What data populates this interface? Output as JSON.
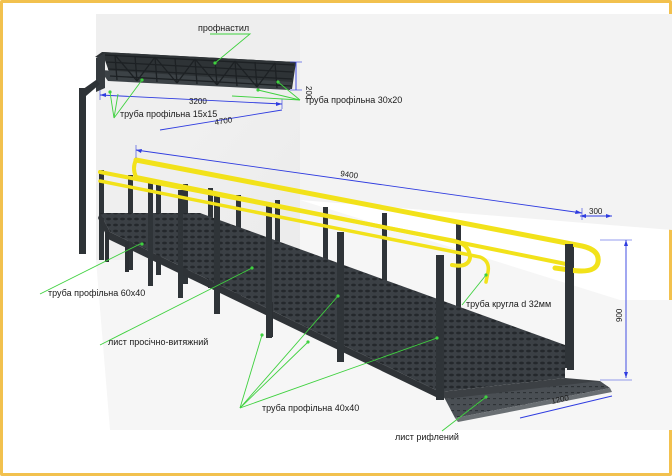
{
  "labels": {
    "profnastyl": "профнастил",
    "truba_30x20": "труба профільна 30х20",
    "truba_15x15": "труба профільна 15х15",
    "truba_60x40": "труба профільна 60х40",
    "lyst_prosichno": "лист просічно-витяжний",
    "truba_kruhla": "труба кругла d 32мм",
    "truba_40x40": "труба профільна 40х40",
    "lyst_ryflenyi": "лист рифлений"
  },
  "dimensions": {
    "d3200": "3200",
    "d4700": "4700",
    "d200": "200",
    "d9400": "9400",
    "d300": "300",
    "d900": "900",
    "d1200": "1200"
  },
  "colors": {
    "frame_border": "#f2c14e",
    "handrail": "#f2e21a",
    "steel": "#3e4348",
    "leader": "#3fd13f",
    "dimension": "#2f3ce0"
  }
}
